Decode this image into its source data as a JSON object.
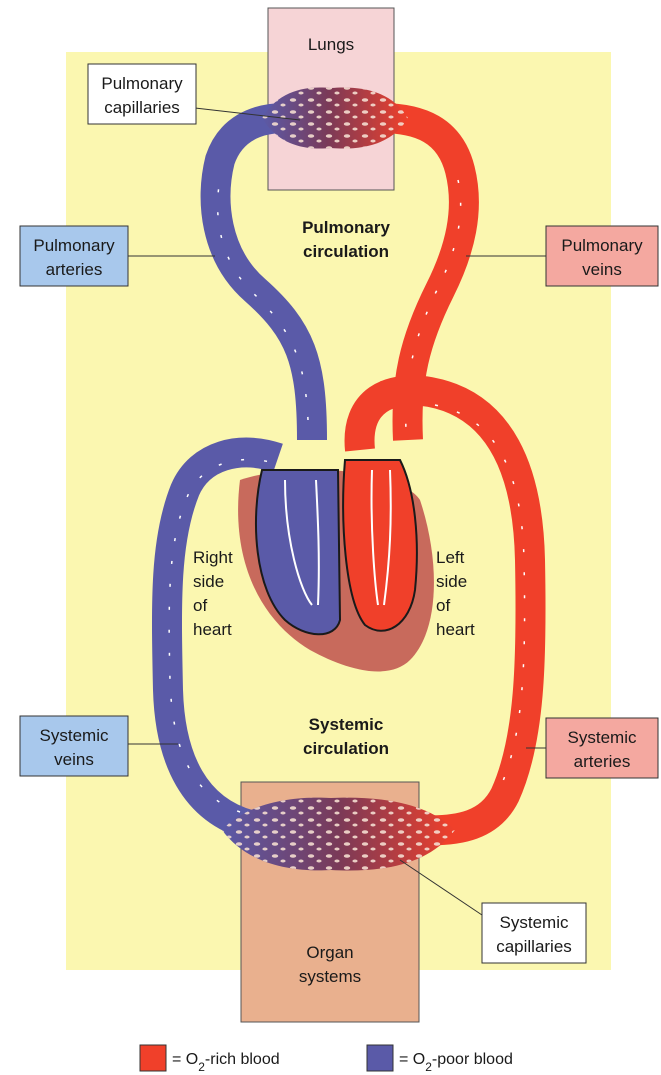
{
  "colors": {
    "background_panel": "#fbf7b0",
    "oxygen_rich": "#f0402a",
    "oxygen_poor": "#5a5aa8",
    "lungs_box": "#f6d4d6",
    "organ_box": "#e9b08e",
    "pulmonary_arteries_box": "#a8c8ec",
    "pulmonary_veins_box": "#f4a8a0",
    "systemic_veins_box": "#a8c8ec",
    "systemic_arteries_box": "#f4a8a0",
    "capillaries_box": "#ffffff",
    "heart_tissue": "#c86a5c"
  },
  "labels": {
    "lungs": "Lungs",
    "pulmonary_capillaries": [
      "Pulmonary",
      "capillaries"
    ],
    "pulmonary_arteries": [
      "Pulmonary",
      "arteries"
    ],
    "pulmonary_veins": [
      "Pulmonary",
      "veins"
    ],
    "pulmonary_circulation": [
      "Pulmonary",
      "circulation"
    ],
    "right_side_of_heart": [
      "Right",
      "side",
      "of",
      "heart"
    ],
    "left_side_of_heart": [
      "Left",
      "side",
      "of",
      "heart"
    ],
    "systemic_circulation": [
      "Systemic",
      "circulation"
    ],
    "systemic_veins": [
      "Systemic",
      "veins"
    ],
    "systemic_arteries": [
      "Systemic",
      "arteries"
    ],
    "systemic_capillaries": [
      "Systemic",
      "capillaries"
    ],
    "organ_systems": [
      "Organ",
      "systems"
    ]
  },
  "legend": {
    "rich": {
      "prefix": "= O",
      "subscript": "2",
      "suffix": "-rich blood"
    },
    "poor": {
      "prefix": "= O",
      "subscript": "2",
      "suffix": "-poor blood"
    }
  }
}
